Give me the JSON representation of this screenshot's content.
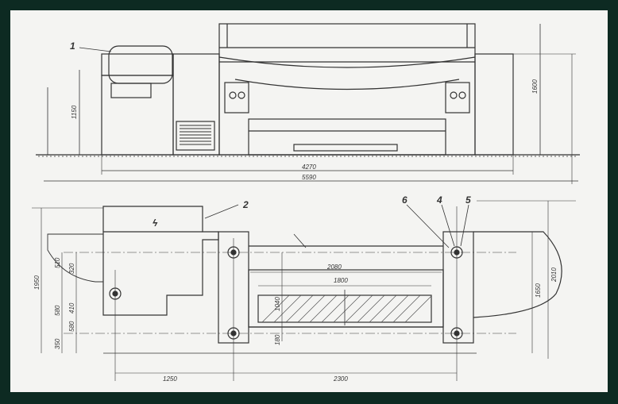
{
  "drawing": {
    "colors": {
      "frame": "#0d2a22",
      "paper": "#f4f4f2",
      "ink": "#333333",
      "hatch": "#555555"
    },
    "callouts": [
      "1",
      "2",
      "4",
      "5",
      "6"
    ],
    "electrical_symbol": "ϟ",
    "elevation_dims": {
      "height_1150": "1150",
      "height_1600": "1600",
      "width_4270": "4270",
      "width_5590": "5590"
    },
    "plan_dims": {
      "d_2080": "2080",
      "d_1800": "1800",
      "d_1040": "1040",
      "d_180": "180",
      "d_1950": "1950",
      "d_2010": "2010",
      "d_1650": "1650",
      "d_1250": "1250",
      "d_2300": "2300",
      "left": [
        "510",
        "320",
        "580",
        "410",
        "580",
        "350"
      ]
    }
  }
}
